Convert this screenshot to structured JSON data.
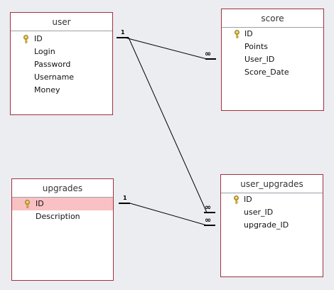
{
  "tables": {
    "user": {
      "title": "user",
      "fields": [
        "ID",
        "Login",
        "Password",
        "Username",
        "Money"
      ],
      "primary_key": "ID"
    },
    "score": {
      "title": "score",
      "fields": [
        "ID",
        "Points",
        "User_ID",
        "Score_Date"
      ],
      "primary_key": "ID"
    },
    "upgrades": {
      "title": "upgrades",
      "fields": [
        "ID",
        "Description"
      ],
      "primary_key": "ID",
      "selected_field": "ID"
    },
    "user_upgrades": {
      "title": "user_upgrades",
      "fields": [
        "ID",
        "user_ID",
        "upgrade_ID"
      ],
      "primary_key": "ID"
    }
  },
  "relationships": {
    "one_label": "1",
    "many_label": "∞"
  },
  "colors": {
    "table_border": "#a3303e",
    "selected_row": "#f9c1c4",
    "background": "#ebedf1",
    "key_icon": "#d9b334"
  },
  "icons": {
    "primary_key": "key-icon"
  }
}
